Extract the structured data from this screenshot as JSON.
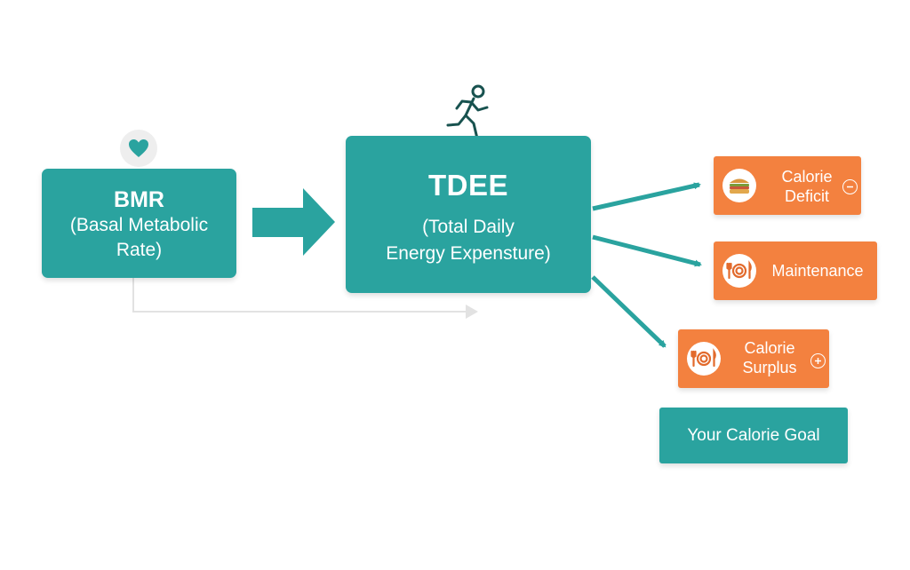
{
  "colors": {
    "teal": "#2aa39f",
    "orange": "#f3813f",
    "arrow": "#2aa39f",
    "connector": "#e2e2e2",
    "badge_bg": "#eeeeee",
    "heart": "#2aa39f",
    "runner": "#18524f"
  },
  "nodes": {
    "bmr": {
      "title": "BMR",
      "line1": "(Basal Metabolic",
      "line2": "Rate)",
      "icon": "heart-icon"
    },
    "tdee": {
      "title": "TDEE",
      "line1": "(Total Daily",
      "line2": "Energy Expensture)",
      "icon": "running-person-icon"
    }
  },
  "outcomes": {
    "deficit": {
      "line1": "Calorie",
      "line2": "Deficit",
      "icon": "sandwich-icon",
      "sign": "minus-circle-icon"
    },
    "maintenance": {
      "label": "Maintenance",
      "icon": "plate-utensils-icon"
    },
    "surplus": {
      "line1": "Calorie",
      "line2": "Surplus",
      "icon": "plate-utensils-icon",
      "sign": "plus-circle-icon"
    }
  },
  "goal": {
    "label": "Your Calorie Goal"
  }
}
